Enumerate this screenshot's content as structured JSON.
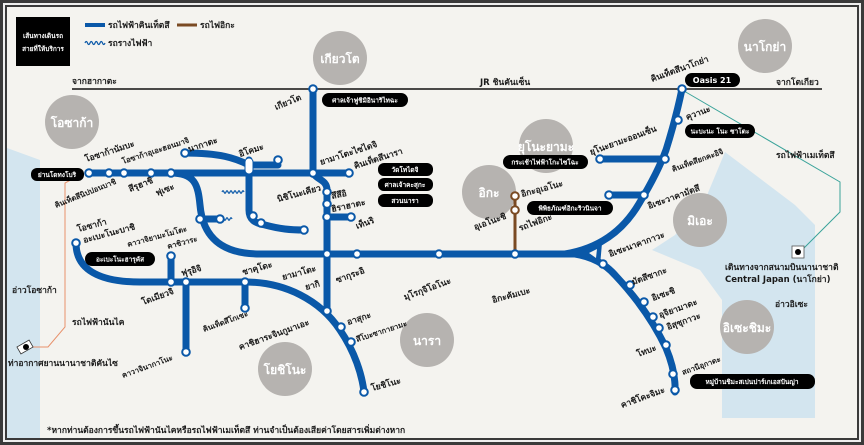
{
  "legend": {
    "title_line1": "เส้นทางเดินรถ",
    "title_line2": "สายที่ให้บริการ",
    "kintetsu": "รถไฟฟ้าคินเท็ตสึ",
    "iga": "รถไฟอิกะ",
    "tram": "รถรางไฟฟ้า",
    "colors": {
      "kintetsu": "#0a58a8",
      "iga": "#7a4a23",
      "nankai": "#e8916b",
      "meitetsu": "#3aa39a"
    }
  },
  "jr": {
    "from_west": "จากฮากาตะ",
    "name": "JR ชินคันเซ็น",
    "from_east": "จากโตเกียว"
  },
  "cities": {
    "kyoto": "เกียวโต",
    "osaka": "โอซาก้า",
    "nagoya": "นาโกย่า",
    "yunoyama": "ยุโนะยามะ",
    "iga": "อิกะ",
    "mie": "มิเอะ",
    "nara": "นารา",
    "yoshino": "โยชิโนะ",
    "iseshima": "อิเซะชิมะ"
  },
  "attractions": {
    "fushimi": "ศาลเจ้าฟูชิมิอินาริไทฉะ",
    "todaiji": "วัดโทไดจิ",
    "kasuga": "ศาลเจ้าคะสุกะ",
    "nara_park": "สวนนารา",
    "dotonbori": "ย่านโดทงโบริ",
    "abeno_harukas": "อะเบะโนะฮารุคัส",
    "oasis21": "Oasis 21",
    "nabana": "นะบะนะ โนะ ซาโตะ",
    "gozaisho": "กระเช้าไฟฟ้าโกะไซโฉะ",
    "ninja_museum": "พิพิธภัณฑ์อิกะริวนินจา",
    "shimaspain": "หมู่บ้านชิมะสเปนปาร์เกเอสปันญ่า"
  },
  "stations": {
    "osaka_namba": "โอซาก้านัมบะ",
    "uehommachi": "โอซาก้าอุเอะฮอนมาจิ",
    "nagata": "นากาตะ",
    "ikoma": "อิโคมะ",
    "kyoto": "เกียวโต",
    "saidaiji": "ยามาโตะไซไดจิ",
    "kintetsu_nara": "คินเท็ตสึนารา",
    "nipponbashi": "คินเท็ตสึนิปปอนบาชิ",
    "tsuruhashi": "สึรุฮาชิ",
    "fuse": "ฟุเซะ",
    "nishinokyo": "นิชิโนะเคียว",
    "tsutsui": "สึสึอิ",
    "hirahata": "ฮิราฮาตะ",
    "tenri": "เท็นริ",
    "abenobashi_1": "โอซาก้า",
    "abenobashi_2": "อะเบะโนะบาชิ",
    "kawachiyamamoto": "คาวาจิยามะโมโตะ",
    "kashiwara": "คาชิวาระ",
    "furuichi": "ฟุรุอิจิ",
    "domyoji": "โดเมียวจิ",
    "shakudo": "ชาคุโดะ",
    "yagi_1": "ยามาโตะ",
    "yagi_2": "ยากิ",
    "sakurai": "ซากุระอิ",
    "murouguchi": "มุโรกุจิโอโนะ",
    "iga_kambe": "อิกะคัมเบะ",
    "uenoshi": "อุเอโนะชิ",
    "iga_ueno": "อิกะอุเอโนะ",
    "iga_line": "รถไฟอิกะ",
    "gose": "คินเท็ตสึโกเซะ",
    "jingumae": "คาชิฮาระจินกูมาเอะ",
    "nagano": "คาวาจินากาโนะ",
    "asuka": "อาสุกะ",
    "tsubosaka": "สึโบะซากายามะ",
    "yoshino": "โยชิโนะ",
    "kintetsu_nagoya": "คินเท็ตสึนาโกย่า",
    "kuwana": "คุวานะ",
    "yunoyama": "ยุโนะยามะออนเซ็น",
    "yokkaichi": "คินเท็ตสึยกคะอิจิ",
    "wakamatsu": "อิเซะวาคามัตสึ",
    "nakagawa": "อิเซะนาคากาวะ",
    "matsusaka": "มัตสึซากะ",
    "iseshi": "อิเซะชิ",
    "ujiyamada": "อุจิยามาดะ",
    "isuzugawa": "อิสุซุกาวะ",
    "toba": "โทบะ",
    "ugata": "สถานีอุกาตะ",
    "kashikojima": "คาชิโคะจิมะ"
  },
  "labels": {
    "osaka_bay": "อ่าวโอซาก้า",
    "nankai": "รถไฟฟ้านันไค",
    "kansai_airport": "ท่าอากาศยานนานาชาติคันไซ",
    "ise_bay": "อ่าวอิเซะ",
    "meitetsu": "รถไฟฟ้าเมเท็ตสึ",
    "chubu_1": "เดินทางจากสนามบินนานาชาติ",
    "chubu_2": "Central Japan (นาโกย่า)"
  },
  "footnote": "*หากท่านต้องการขึ้นรถไฟฟ้านันไคหรือรถไฟฟ้าเมเท็ตสึ ท่านจำเป็นต้องเสียค่าโดยสารเพิ่มต่างหาก"
}
